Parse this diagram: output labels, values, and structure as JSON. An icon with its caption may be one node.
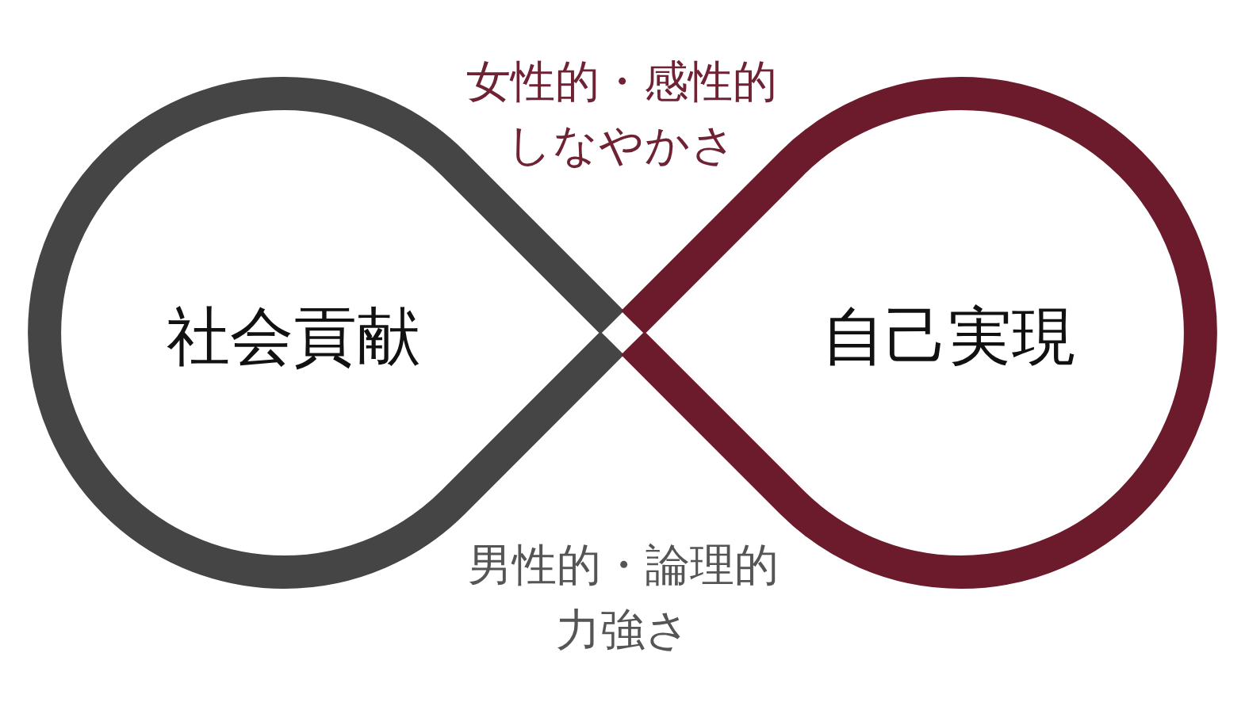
{
  "diagram": {
    "nodes": [
      {
        "text": [
          "社会貢献"
        ]
      },
      {
        "text": [
          "自己実現"
        ]
      }
    ],
    "labels": [
      "女性的・感性的しなやかさ",
      "男性的・論理的力強さ"
    ]
  }
}
